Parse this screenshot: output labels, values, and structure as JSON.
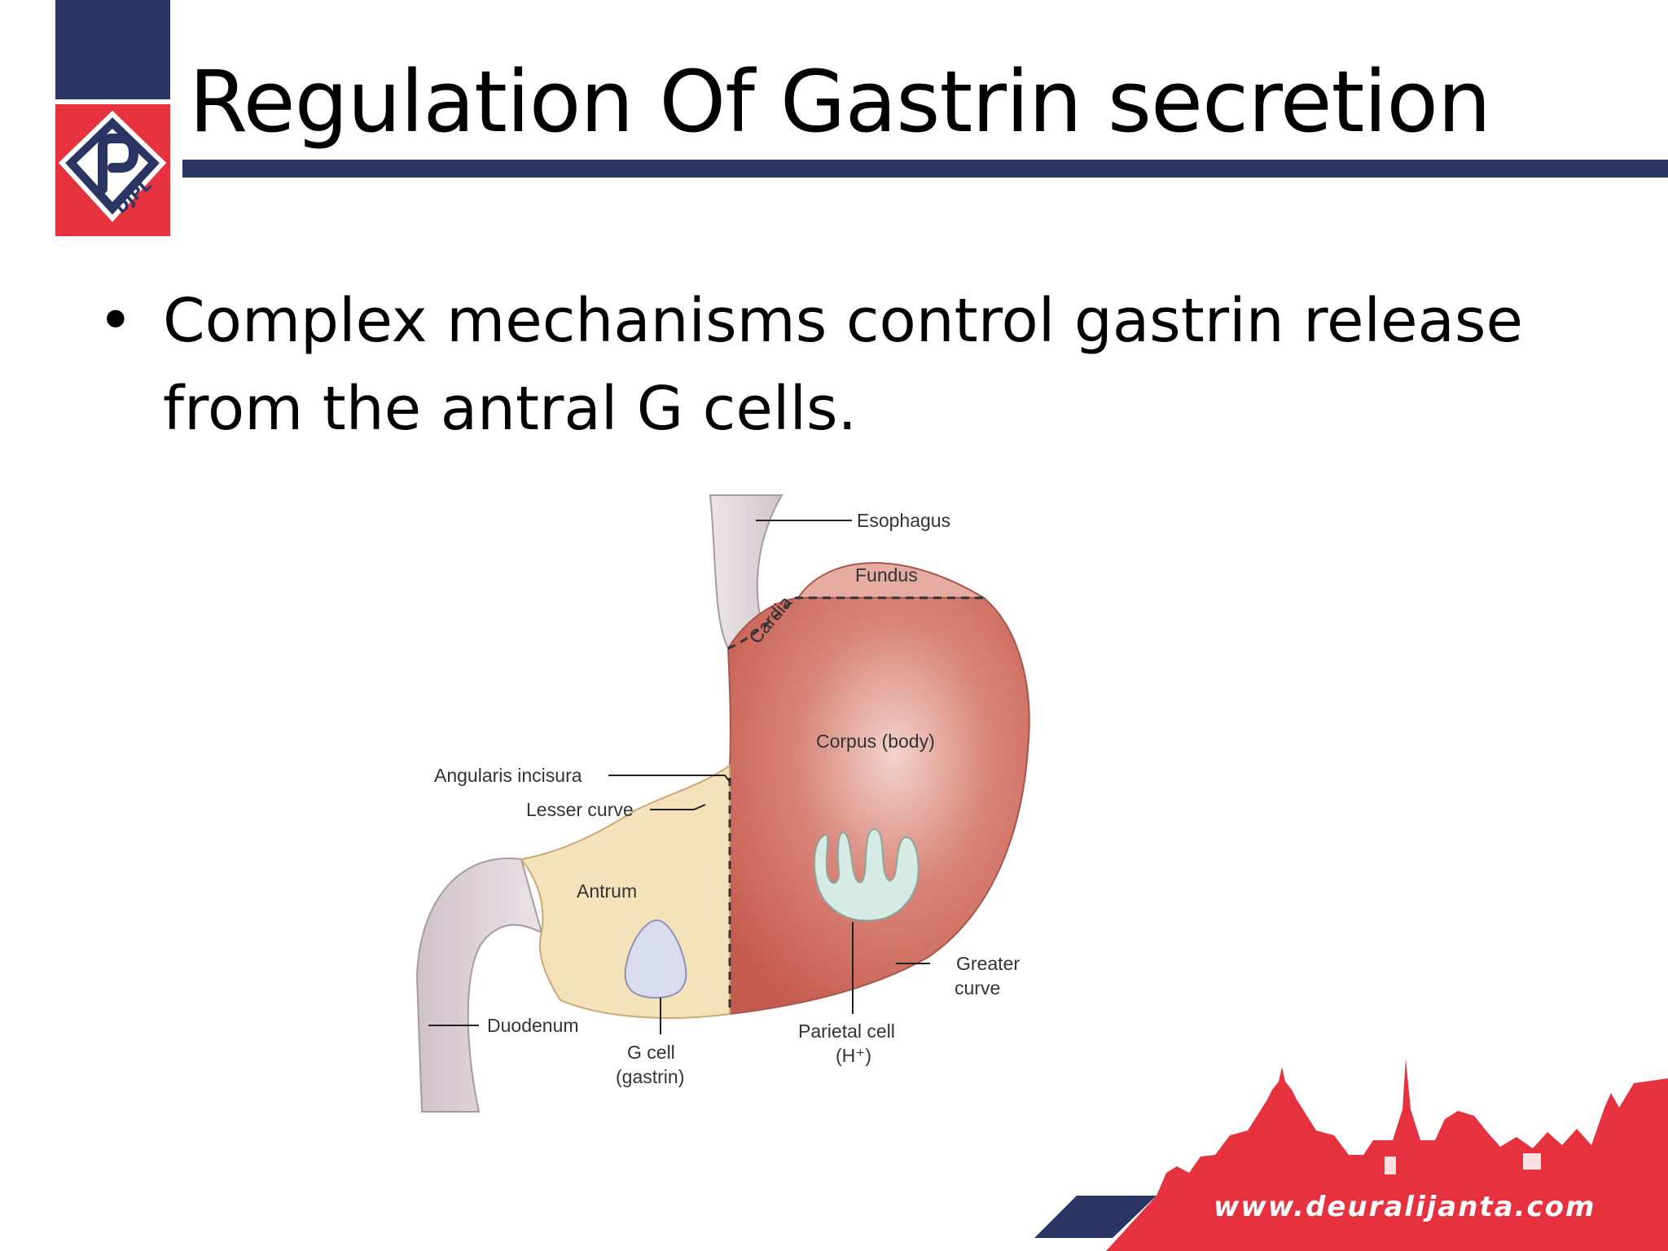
{
  "slide": {
    "title": "Regulation Of Gastrin secretion",
    "bullets": [
      "Complex mechanisms control gastrin release from the antral G cells."
    ]
  },
  "logo": {
    "text": "DJPL",
    "colors": {
      "navy": "#2b3564",
      "red": "#e5323e"
    }
  },
  "diagram": {
    "labels": {
      "esophagus": "Esophagus",
      "fundus": "Fundus",
      "cardia": "Cardia",
      "corpus": "Corpus (body)",
      "angularis": "Angularis incisura",
      "lesser_curve": "Lesser curve",
      "antrum": "Antrum",
      "greater_curve_1": "Greater",
      "greater_curve_2": "curve",
      "duodenum": "Duodenum",
      "g_cell_1": "G cell",
      "g_cell_2": "(gastrin)",
      "parietal_1": "Parietal cell",
      "parietal_2": "(H⁺)"
    },
    "colors": {
      "stomach": "#cf6a5e",
      "antrum": "#f6e2ba",
      "duodenum": "#d9cfd3",
      "g_cell": "#d9dcef",
      "parietal": "#d6ebe3"
    }
  },
  "footer": {
    "url": "www.deuralijanta.com",
    "accent": "#e5323e"
  }
}
